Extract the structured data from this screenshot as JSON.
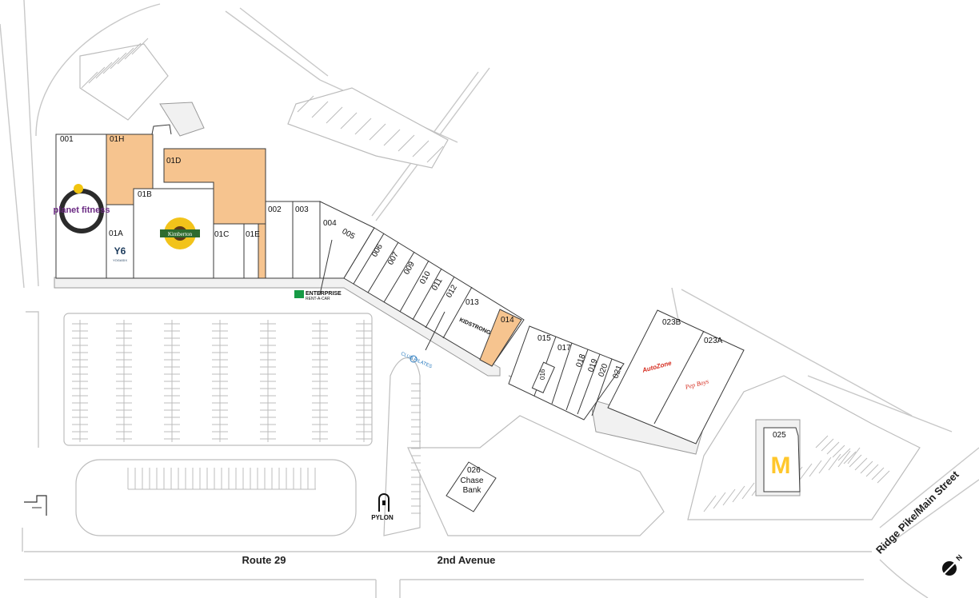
{
  "colors": {
    "vacant": "#f6c48f",
    "building_outline": "#3a3a3a",
    "road": "#c8c8c8",
    "planet_fitness": "#6b2a83",
    "mcdonalds": "#ffc72c",
    "autozone": "#d52b1e",
    "pepboys": "#d52b1e",
    "enterprise": "#169a45"
  },
  "units": {
    "u001": "001",
    "u01H": "01H",
    "u01D": "01D",
    "u01B": "01B",
    "u01A": "01A",
    "u01C": "01C",
    "u01E": "01E",
    "u002": "002",
    "u003": "003",
    "u004": "004",
    "u005": "005",
    "u006": "006",
    "u007": "007",
    "u009": "009",
    "u010": "010",
    "u011": "011",
    "u012": "012",
    "u013": "013",
    "u014": "014",
    "u015": "015",
    "u016": "016",
    "u017": "017",
    "u018": "018",
    "u019": "019",
    "u020": "020",
    "u021": "021",
    "u023B": "023B",
    "u023A": "023A",
    "u025": "025",
    "u026": "026"
  },
  "tenants": {
    "planet_fitness": "planet fitness",
    "yogasix": "YOGASIX",
    "kimberton": "Kimberton",
    "enterprise": "ENTERPRISE",
    "enterprise_sub": "RENT-A-CAR",
    "club_pilates": "CLUB PILATES",
    "kidstrong": "KIDSTRONG",
    "autozone": "AutoZone",
    "pepboys": "Pep Boys",
    "chase": "Chase Bank",
    "mcdonalds": "M"
  },
  "labels": {
    "pylon": "PYLON",
    "route29": "Route 29",
    "second_ave": "2nd Avenue",
    "ridge_pike": "Ridge Pike/Main Street",
    "north": "N"
  },
  "icons": {
    "north_arrow": "compass-icon",
    "pylon": "pylon-sign-icon"
  }
}
